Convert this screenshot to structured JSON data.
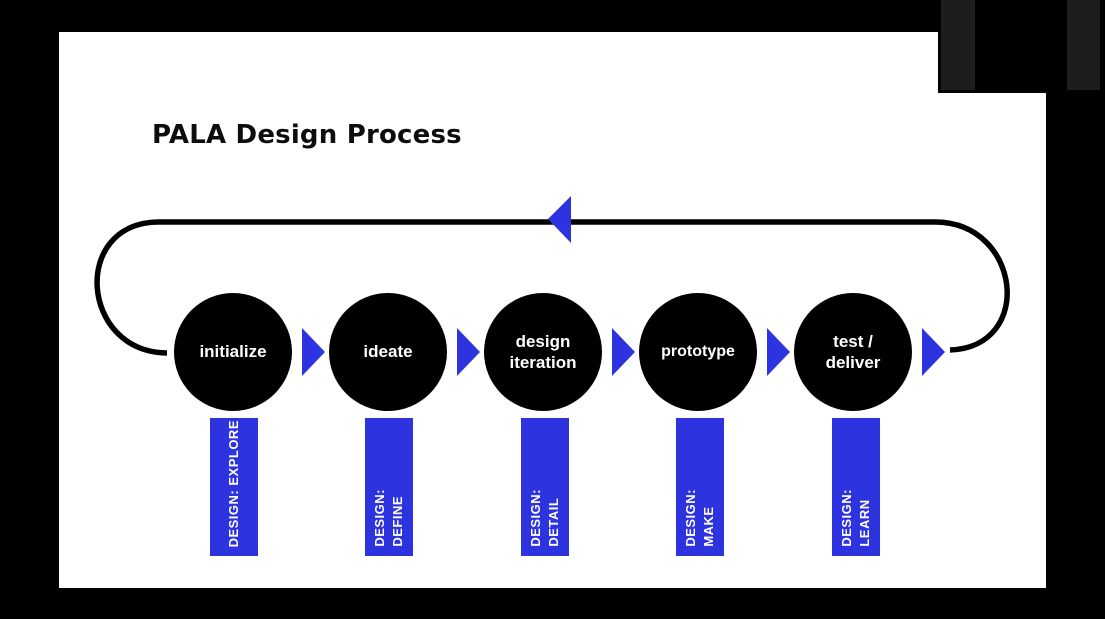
{
  "slide": {
    "title": "PALA Design Process"
  },
  "colors": {
    "accent_blue": "#2e33e0",
    "step_black": "#000000",
    "slide_bg": "#ffffff",
    "frame_bg": "#000000",
    "text_white": "#ffffff"
  },
  "diagram": {
    "flow_direction": "left-to-right with feedback loop returning from last step to first",
    "steps": [
      {
        "label": [
          "initialize"
        ],
        "phase_label": [
          "DESIGN: EXPLORE"
        ]
      },
      {
        "label": [
          "ideate"
        ],
        "phase_label": [
          "DESIGN:",
          "DEFINE"
        ]
      },
      {
        "label": [
          "design",
          "iteration"
        ],
        "phase_label": [
          "DESIGN:",
          "DETAIL"
        ]
      },
      {
        "label": [
          "prototype"
        ],
        "phase_label": [
          "DESIGN:",
          "MAKE"
        ]
      },
      {
        "label": [
          "test /",
          "deliver"
        ],
        "phase_label": [
          "DESIGN:",
          "LEARN"
        ]
      }
    ]
  }
}
